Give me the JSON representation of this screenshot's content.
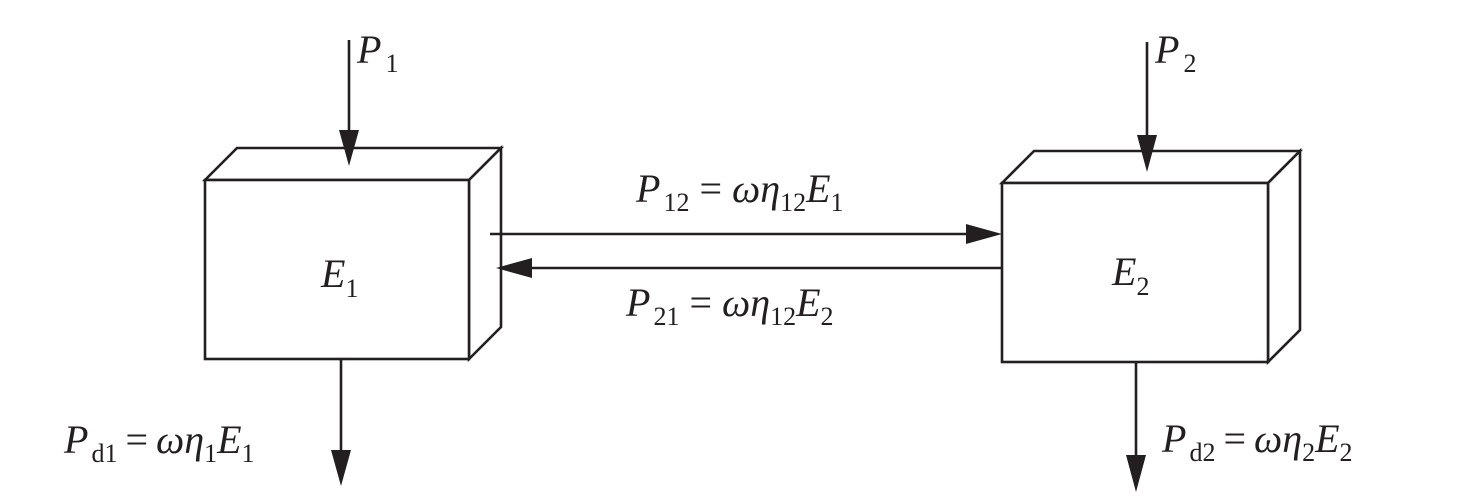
{
  "subsystem_1": {
    "energy": {
      "symbol": "E",
      "sub": "1"
    }
  },
  "subsystem_2": {
    "energy": {
      "symbol": "E",
      "sub": "2"
    }
  },
  "input_power_1": {
    "symbol": "P",
    "sub": "1"
  },
  "input_power_2": {
    "symbol": "P",
    "sub": "2"
  },
  "transfer_12": {
    "lhs": {
      "symbol": "P",
      "sub": "12"
    },
    "eq": "=",
    "omega": "ω",
    "eta": {
      "symbol": "η",
      "sub": "12"
    },
    "energy": {
      "symbol": "E",
      "sub": "1"
    }
  },
  "transfer_21": {
    "lhs": {
      "symbol": "P",
      "sub": "21"
    },
    "eq": "=",
    "omega": "ω",
    "eta": {
      "symbol": "η",
      "sub": "12"
    },
    "energy": {
      "symbol": "E",
      "sub": "2"
    }
  },
  "dissipation_1": {
    "lhs": {
      "symbol": "P",
      "sub": "d1"
    },
    "eq": "=",
    "omega": "ω",
    "eta": {
      "symbol": "η",
      "sub": "1"
    },
    "energy": {
      "symbol": "E",
      "sub": "1"
    }
  },
  "dissipation_2": {
    "lhs": {
      "symbol": "P",
      "sub": "d2"
    },
    "eq": "=",
    "omega": "ω",
    "eta": {
      "symbol": "η",
      "sub": "2"
    },
    "energy": {
      "symbol": "E",
      "sub": "2"
    }
  }
}
